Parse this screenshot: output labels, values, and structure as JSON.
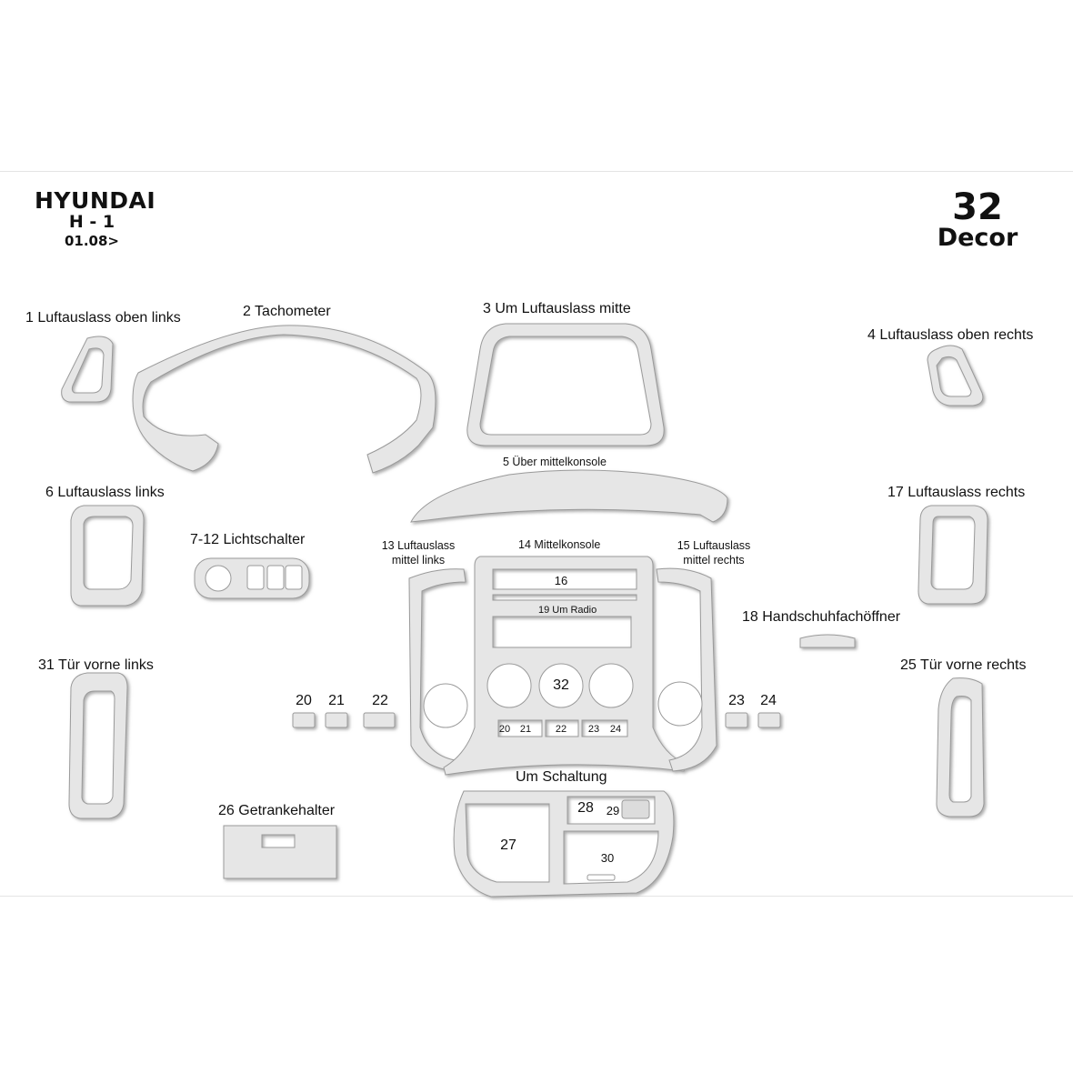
{
  "brand": {
    "make": "HYUNDAI",
    "model": "H - 1",
    "since": "01.08>"
  },
  "kit": {
    "count": "32",
    "label": "Decor"
  },
  "labels": {
    "p1": "1 Luftauslass oben links",
    "p2": "2 Tachometer",
    "p3": "3 Um Luftauslass mitte",
    "p4": "4 Luftauslass oben rechts",
    "p5": "5 Über mittelkonsole",
    "p6": "6 Luftauslass links",
    "p7_12": "7-12 Lichtschalter",
    "p13_a": "13 Luftauslass",
    "p13_b": "mittel links",
    "p14": "14 Mittelkonsole",
    "p15_a": "15 Luftauslass",
    "p15_b": "mittel rechts",
    "p16": "16",
    "p17": "17 Luftauslass rechts",
    "p18": "18 Handschuhfachöffner",
    "p19": "19 Um Radio",
    "p25": "25 Tür vorne rechts",
    "p26": "26 Getrankehalter",
    "p31": "31 Tür vorne links",
    "p32": "32",
    "schaltung": "Um Schaltung",
    "p27": "27",
    "p28": "28",
    "p29": "29",
    "p30": "30",
    "n20": "20",
    "n21": "21",
    "n22": "22",
    "n23": "23",
    "n24": "24",
    "s20": "20",
    "s21": "21",
    "s22": "22",
    "s23": "23",
    "s24": "24"
  },
  "colors": {
    "part_fill": "#e6e6e6",
    "part_stroke": "#9a9a9a",
    "shadow": "#bdbdbd"
  }
}
